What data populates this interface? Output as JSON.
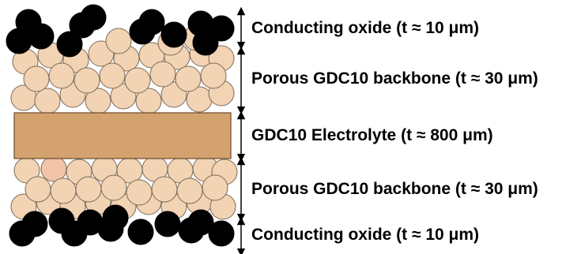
{
  "layers": [
    {
      "label": "Conducting oxide (t ≈ 10 μm)",
      "material": "conducting-oxide"
    },
    {
      "label": "Porous GDC10 backbone (t ≈ 30 μm)",
      "material": "gdc10-backbone"
    },
    {
      "label": "GDC10 Electrolyte (t ≈ 800 μm)",
      "material": "gdc10-electrolyte"
    },
    {
      "label": "Porous GDC10 backbone (t ≈ 30 μm)",
      "material": "gdc10-backbone"
    },
    {
      "label": "Conducting oxide (t ≈ 10 μm)",
      "material": "conducting-oxide"
    }
  ],
  "colors": {
    "conducting_oxide": "#000000",
    "backbone_particle": "#f2d3b3",
    "backbone_particle_accent": "#f4c4a8",
    "electrolyte": "#d4a26f",
    "outline": "#7a6a5a",
    "arrow": "#000000"
  }
}
